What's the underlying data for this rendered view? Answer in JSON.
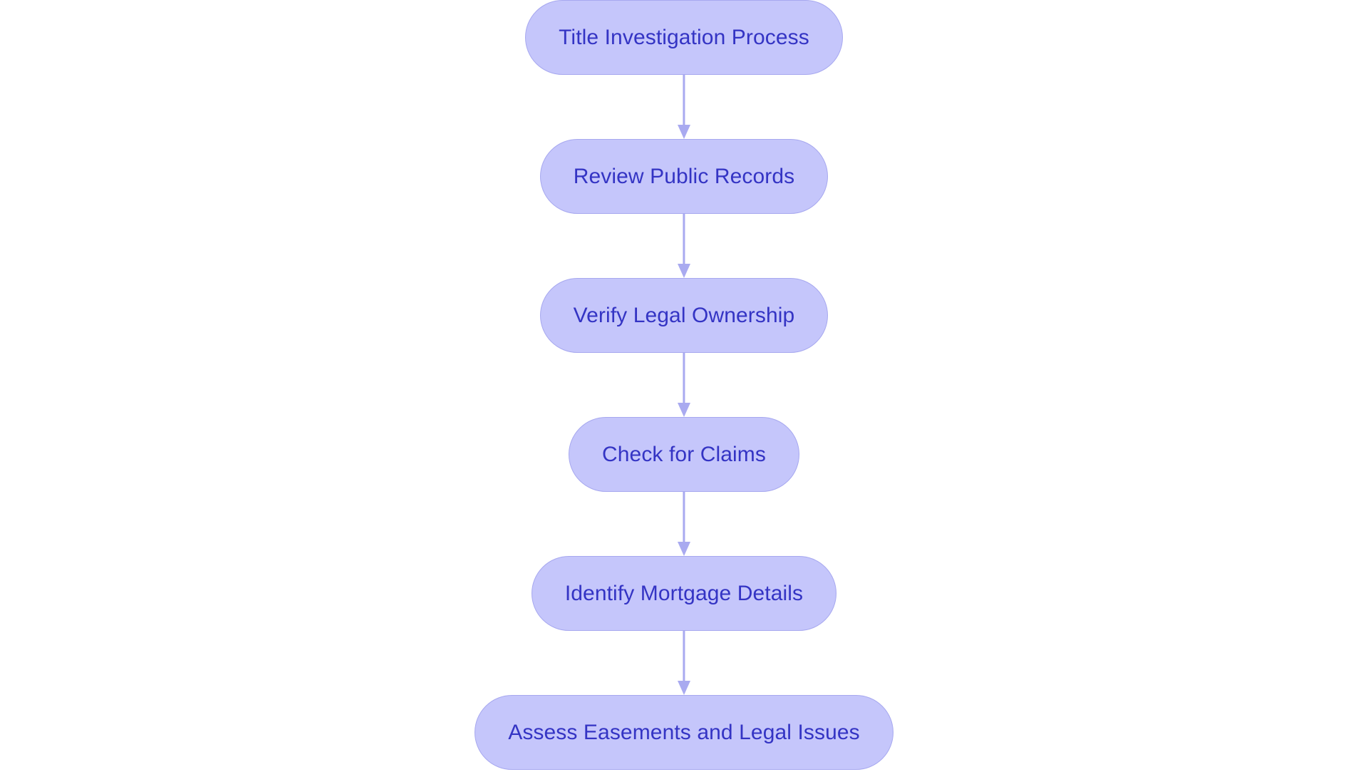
{
  "diagram": {
    "type": "flowchart",
    "orientation": "vertical-top-to-bottom",
    "background_color": "#ffffff",
    "node_fill_color": "#c5c6fb",
    "node_border_color": "#a7a8ef",
    "node_text_color": "#3434c4",
    "connector_color": "#a9aaf0",
    "node_count": 6,
    "connector_count": 5,
    "nodes": [
      {
        "id": "node-1",
        "label": "Title Investigation Process"
      },
      {
        "id": "node-2",
        "label": "Review Public Records"
      },
      {
        "id": "node-3",
        "label": "Verify Legal Ownership"
      },
      {
        "id": "node-4",
        "label": "Check for Claims"
      },
      {
        "id": "node-5",
        "label": "Identify Mortgage Details"
      },
      {
        "id": "node-6",
        "label": "Assess Easements and Legal Issues"
      }
    ],
    "connectors": [
      {
        "id": "connector-1",
        "from": "node-1",
        "to": "node-2",
        "arrow": "down"
      },
      {
        "id": "connector-2",
        "from": "node-2",
        "to": "node-3",
        "arrow": "down"
      },
      {
        "id": "connector-3",
        "from": "node-3",
        "to": "node-4",
        "arrow": "down"
      },
      {
        "id": "connector-4",
        "from": "node-4",
        "to": "node-5",
        "arrow": "down"
      },
      {
        "id": "connector-5",
        "from": "node-5",
        "to": "node-6",
        "arrow": "down"
      }
    ]
  }
}
